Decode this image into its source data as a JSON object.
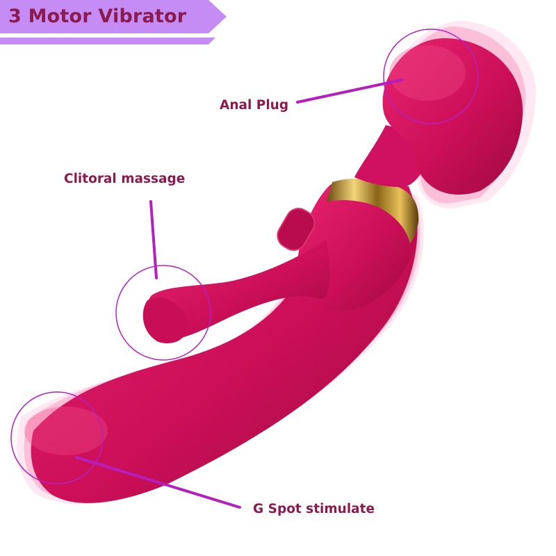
{
  "title": "3 Motor Vibrator",
  "labels": {
    "anal_plug": "Anal Plug",
    "clitoral_massage": "Clitoral massage",
    "g_spot": "G Spot stimulate"
  },
  "colors": {
    "banner": "#c58cf5",
    "title_text": "#8b1a4e",
    "label_text": "#8b1a4e",
    "pointer_line": "#b51fbf",
    "body": "#d4125e",
    "gold_band": "#c9a227"
  }
}
